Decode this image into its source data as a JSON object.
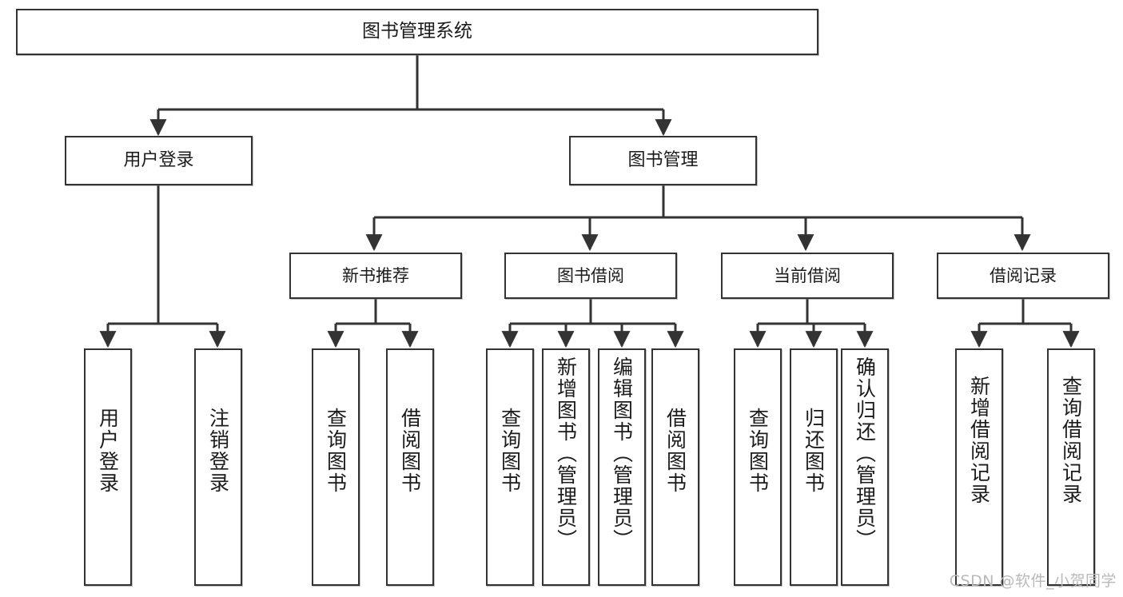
{
  "diagram": {
    "title": "图书管理系统",
    "root": {
      "label": "图书管理系统"
    },
    "level2": [
      {
        "label": "用户登录"
      },
      {
        "label": "图书管理"
      }
    ],
    "level3": [
      {
        "label": "新书推荐"
      },
      {
        "label": "图书借阅"
      },
      {
        "label": "当前借阅"
      },
      {
        "label": "借阅记录"
      }
    ],
    "leaves": {
      "user_login": [
        {
          "label": "用户登录"
        },
        {
          "label": "注销登录"
        }
      ],
      "new_book_recommend": [
        {
          "label": "查询图书"
        },
        {
          "label": "借阅图书"
        }
      ],
      "book_borrow": [
        {
          "label": "查询图书"
        },
        {
          "label": "新增图书（管理员）"
        },
        {
          "label": "编辑图书（管理员）"
        },
        {
          "label": "借阅图书"
        }
      ],
      "current_borrow": [
        {
          "label": "查询图书"
        },
        {
          "label": "归还图书"
        },
        {
          "label": "确认归还（管理员）"
        }
      ],
      "borrow_record": [
        {
          "label": "新增借阅记录"
        },
        {
          "label": "查询借阅记录"
        }
      ]
    },
    "watermark": "CSDN @软件_小贺同学",
    "colors": {
      "border": "#333333",
      "background": "#ffffff",
      "text": "#1b1b1b",
      "watermark": "#b9b9b9"
    }
  }
}
